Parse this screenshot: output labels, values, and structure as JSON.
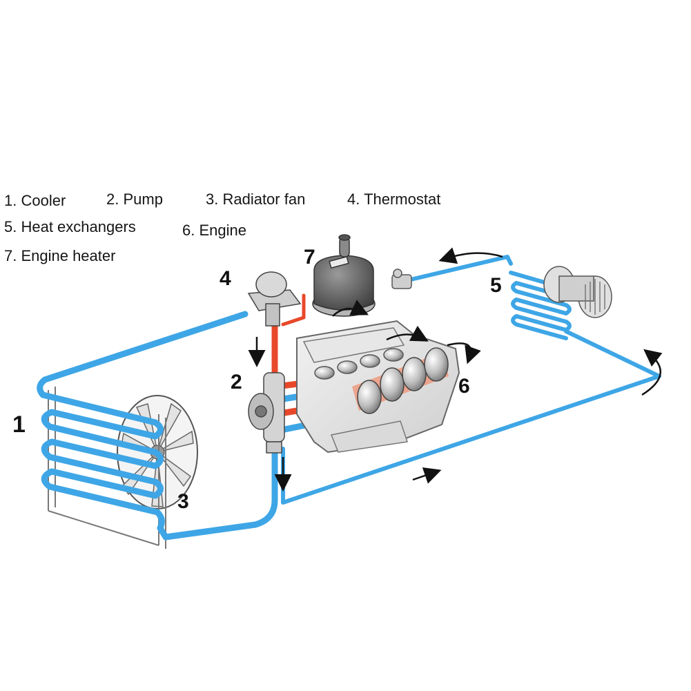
{
  "legend": {
    "item1": "1. Cooler",
    "item2": "2. Pump",
    "item3": "3. Radiator fan",
    "item4": "4. Thermostat",
    "item5": "5. Heat exchangers",
    "item6": "6. Engine",
    "item7": "7. Engine heater"
  },
  "callouts": {
    "c1": "1",
    "c2": "2",
    "c3": "3",
    "c4": "4",
    "c5": "5",
    "c6": "6",
    "c7": "7"
  },
  "colors": {
    "cold_pipe": "#3ea6e6",
    "hot_pipe": "#e8482a",
    "component_gray": "#c8c8c8",
    "engine_block": "#e8e8e8"
  },
  "icons": {
    "cooler": "radiator-coil-icon",
    "fan": "radiator-fan-icon",
    "pump": "pump-icon",
    "thermostat": "thermostat-icon",
    "heater": "engine-heater-icon",
    "heat_exchanger": "heat-exchanger-coil-icon",
    "blower": "blower-fan-icon",
    "engine": "engine-block-icon"
  }
}
